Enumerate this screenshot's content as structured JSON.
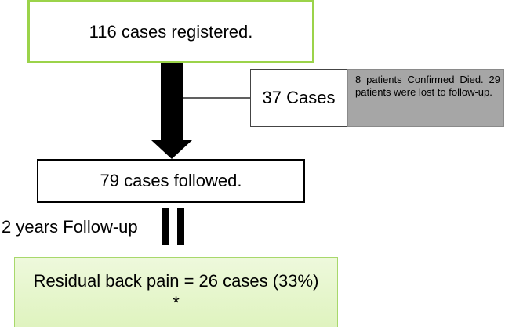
{
  "nodes": {
    "registered": "116 cases registered.",
    "excluded": "37 Cases",
    "excluded_detail": "8 patients Confirmed Died. 29 patients were lost to follow-up.",
    "followed": "79 cases followed.",
    "followup_label": "2 years Follow-up",
    "result": "Residual back pain = 26 cases (33%)",
    "result_marker": "*"
  },
  "colors": {
    "top_box_border": "#9bd34a",
    "note_fill": "#a6a6a6",
    "result_fill": "#dff3bf",
    "arrow": "#000000"
  }
}
